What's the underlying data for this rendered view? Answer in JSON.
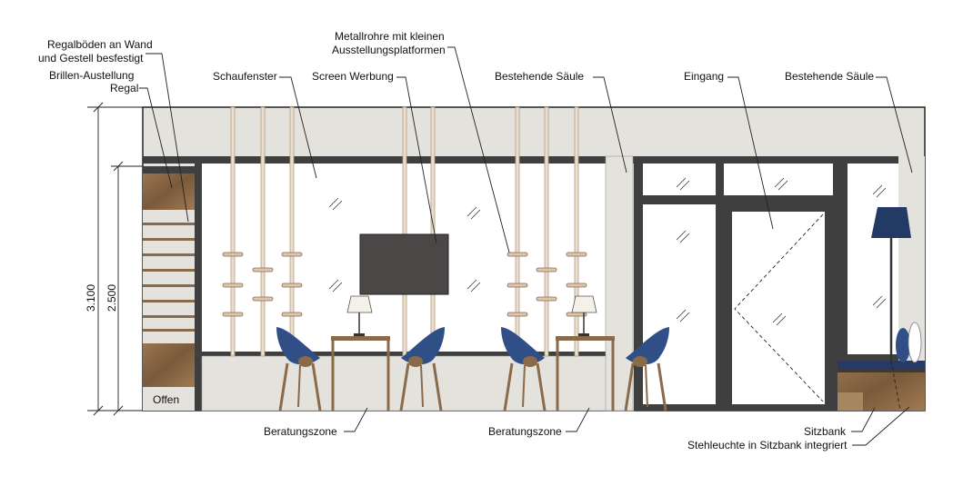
{
  "labels": {
    "regal_line1": "Regalböden an Wand",
    "regal_line2": "und Gestell besfestigt",
    "brillen_line1": "Brillen-Austellung",
    "brillen_line2": "Regal",
    "schaufenster": "Schaufenster",
    "screen": "Screen Werbung",
    "metall_line1": "Metallrohre mit kleinen",
    "metall_line2": "Ausstellungsplatformen",
    "saeule_left": "Bestehende Säule",
    "eingang": "Eingang",
    "saeule_right": "Bestehende Säule",
    "offen": "Offen",
    "beratung_left": "Beratungszone",
    "beratung_right": "Beratungszone",
    "sitzbank": "Sitzbank",
    "stehleuchte": "Stehleuchte in Sitzbank integriert"
  },
  "dimensions": {
    "total_height": "3.100",
    "shelf_height": "2.500"
  },
  "colors": {
    "wall": "#e4e2dd",
    "frame": "#404040",
    "chair": "#2f4f86",
    "wood": "#8a6a48",
    "screen": "#4b4747",
    "lamp_shade": "#233a64",
    "pipe": "#c7ab8a"
  }
}
